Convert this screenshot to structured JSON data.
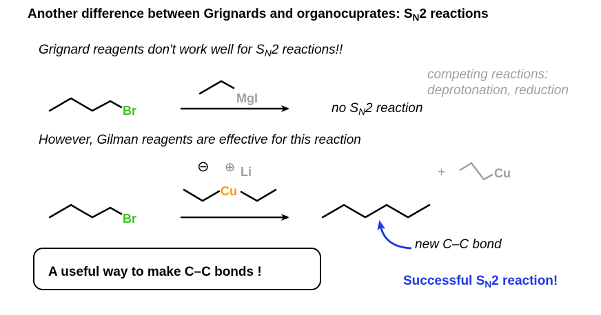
{
  "title": {
    "main": "Another difference between Grignards and organocuprates: S",
    "sub": "N",
    "rest": "2 reactions"
  },
  "grignard_note": {
    "main": "Grignard reagents don't work well for S",
    "sub": "N",
    "rest": "2 reactions!!"
  },
  "competing": {
    "line1": "competing reactions:",
    "line2": "deprotonation, reduction"
  },
  "reaction1": {
    "substrate_atom": "Br",
    "reagent_atom": "MgI",
    "result": {
      "main": "no S",
      "sub": "N",
      "rest": "2 reaction"
    }
  },
  "gilman_note": "However, Gilman reagents are effective for this reaction",
  "reaction2": {
    "substrate_atom": "Br",
    "reagent_metal": "Cu",
    "minus_symbol": "⊖",
    "plus_symbol": "⊕",
    "counterion": "Li",
    "byproduct_plus": "+",
    "byproduct_metal": "Cu"
  },
  "new_bond_label": "new C–C bond",
  "success": {
    "main": "Successful S",
    "sub": "N",
    "rest": "2 reaction!"
  },
  "callout": "A useful way to make C–C bonds !",
  "colors": {
    "bromine": "#3ec21b",
    "copper": "#f59a0f",
    "blue": "#1d38e6",
    "gray": "#a0a0a0"
  }
}
